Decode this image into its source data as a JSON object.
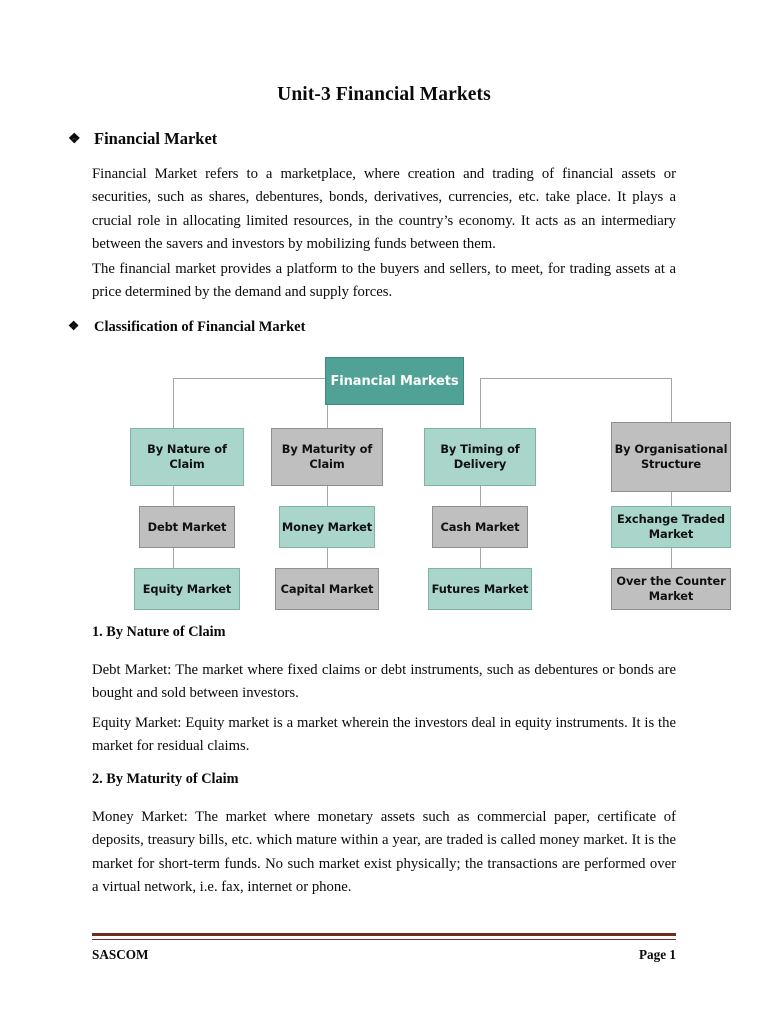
{
  "document": {
    "title": "Unit-3 Financial Markets",
    "bullet_glyph": "❖"
  },
  "sections": {
    "financial_market": {
      "heading": "Financial Market",
      "paragraph_1": "Financial Market refers to a marketplace, where creation and trading of financial assets or securities, such as shares, debentures, bonds, derivatives, currencies, etc. take place. It plays a crucial role in allocating limited resources, in the country’s economy. It acts as an intermediary between the savers and investors by mobilizing funds between them.",
      "paragraph_2": "The financial market provides a platform to the buyers and sellers, to meet, for trading assets at a price determined by the demand and supply forces."
    },
    "classification": {
      "heading": "Classification of Financial Market"
    },
    "by_nature_of_claim": {
      "heading": "1. By Nature of Claim",
      "debt_market": "Debt Market: The market where fixed claims or debt instruments, such as debentures or bonds are bought and sold between investors.",
      "equity_market": "Equity Market: Equity market is a market wherein the investors deal in equity instruments. It is the market for residual claims."
    },
    "by_maturity_of_claim": {
      "heading": "2. By Maturity of Claim",
      "money_market": "Money Market: The market where monetary assets such as commercial paper, certificate of deposits, treasury bills, etc. which mature within a year, are traded is called money market. It is the market for short-term funds. No such market exist physically; the transactions are performed over a virtual network, i.e. fax, internet or phone."
    }
  },
  "diagram": {
    "root": "Financial Markets",
    "columns": [
      {
        "branch": "By Nature of Claim",
        "child_1": "Debt Market",
        "child_2": "Equity Market"
      },
      {
        "branch": "By Maturity of Claim",
        "child_1": "Money Market",
        "child_2": "Capital Market"
      },
      {
        "branch": "By Timing of Delivery",
        "child_1": "Cash Market",
        "child_2": "Futures Market"
      },
      {
        "branch": "By Organisational Structure",
        "child_1": "Exchange Traded Market",
        "child_2": "Over the Counter Market"
      }
    ],
    "colors": {
      "root_fill": "#4fa295",
      "teal_fill": "#a9d5ca",
      "gray_fill": "#bfbfbf",
      "connector": "#a6a6a6"
    }
  },
  "footer": {
    "left": "SASCOM",
    "right": "Page 1",
    "rule_color": "#722d22"
  }
}
